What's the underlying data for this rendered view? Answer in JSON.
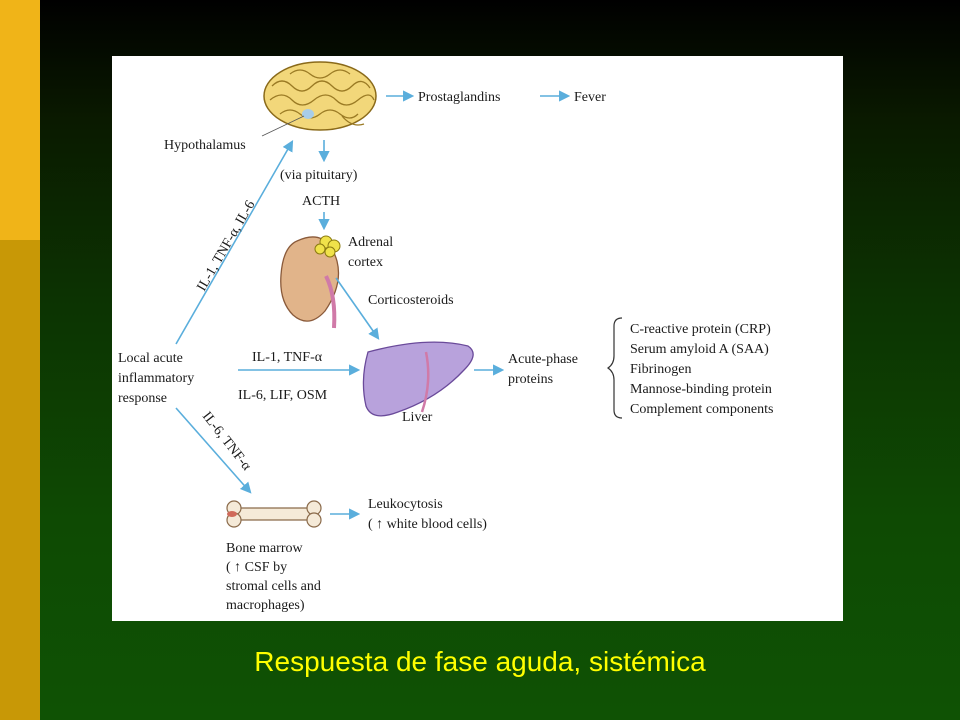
{
  "slide": {
    "caption": "Respuesta de fase aguda, sistémica",
    "colors": {
      "caption": "#ffff00",
      "arrow": "#5aaedc",
      "bar_top": "#f0b418",
      "bar_bottom": "#c89806"
    }
  },
  "diagram": {
    "brain": {
      "label": "Hypothalamus",
      "icon": "brain-icon"
    },
    "prostaglandins": "Prostaglandins",
    "fever": "Fever",
    "via_pituitary": "(via pituitary)",
    "acth": "ACTH",
    "adrenal": {
      "line1": "Adrenal",
      "line2": "cortex",
      "icon": "kidney-adrenal-icon"
    },
    "corticosteroids": "Corticosteroids",
    "liver": {
      "label": "Liver",
      "icon": "liver-icon"
    },
    "acute_phase": {
      "line1": "Acute-phase",
      "line2": "proteins"
    },
    "proteins_list": [
      "C-reactive protein (CRP)",
      "Serum amyloid A (SAA)",
      "Fibrinogen",
      "Mannose-binding protein",
      "Complement components"
    ],
    "local_response": {
      "line1": "Local acute",
      "line2": "inflammatory",
      "line3": "response"
    },
    "to_hypothalamus": "IL-1, TNF-α, IL-6",
    "to_liver_top": "IL-1, TNF-α",
    "to_liver_bottom": "IL-6, LIF, OSM",
    "to_bone": "IL-6, TNF-α",
    "bone": {
      "icon": "bone-icon",
      "line1": "Bone marrow",
      "line2": "( ↑  CSF by",
      "line3": "stromal cells and",
      "line4": "macrophages)"
    },
    "leukocytosis": {
      "line1": "Leukocytosis",
      "line2": "( ↑  white blood cells)"
    }
  }
}
